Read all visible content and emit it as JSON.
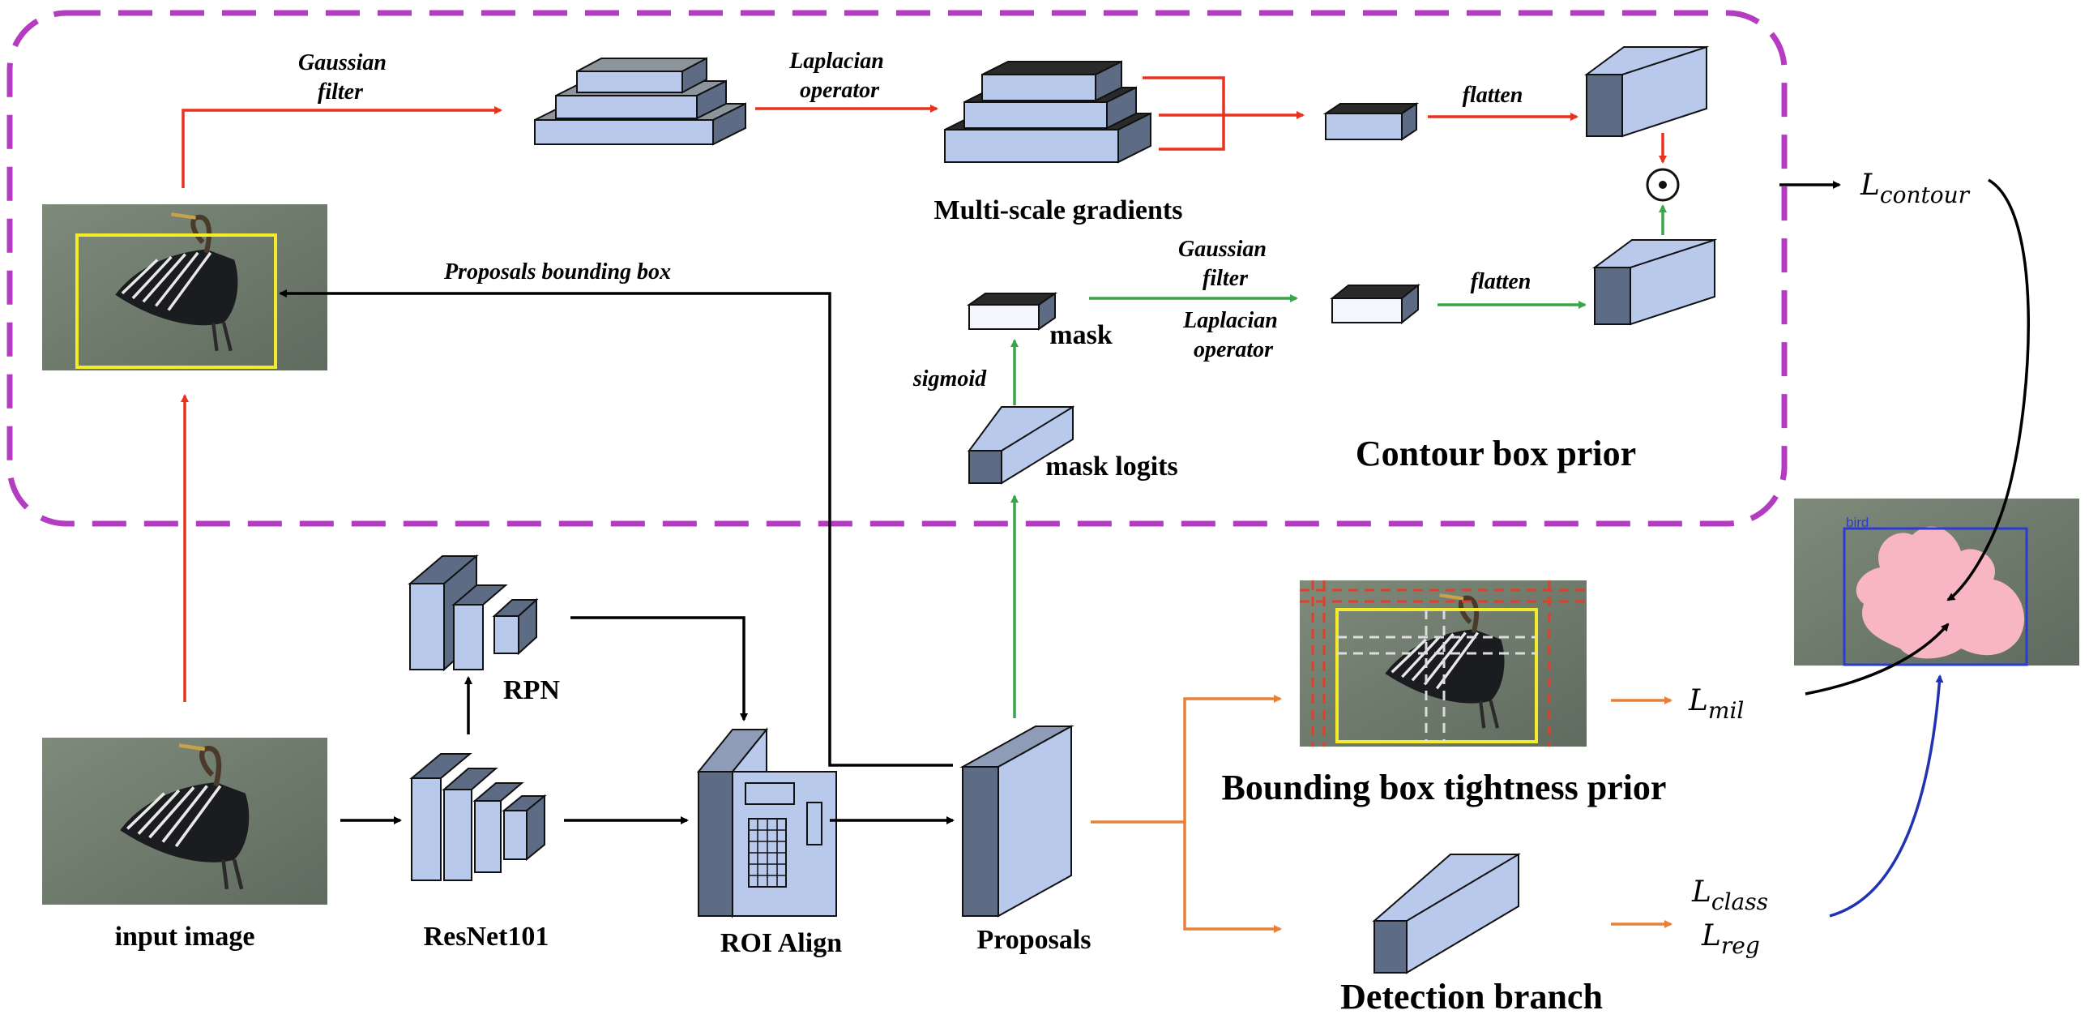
{
  "labels": {
    "gaussian_filter_top": [
      "Gaussian",
      "filter"
    ],
    "laplacian_operator_top": [
      "Laplacian",
      "operator"
    ],
    "multi_scale_gradients": "Multi-scale gradients",
    "flatten_top": "flatten",
    "flatten_bottom": "flatten",
    "proposals_bbox": "Proposals bounding box",
    "gaussian_filter_mid": [
      "Gaussian",
      "filter"
    ],
    "laplacian_operator_mid": [
      "Laplacian",
      "operator"
    ],
    "mask": "mask",
    "sigmoid": "sigmoid",
    "mask_logits": "mask logits",
    "contour_box_prior": "Contour box prior",
    "rpn": "RPN",
    "resnet": "ResNet101",
    "roi_align": "ROI Align",
    "proposals": "Proposals",
    "input_image": "input image",
    "bbox_tightness_prior": "Bounding box tightness prior",
    "detection_branch": "Detection branch",
    "bird_tag": "bird",
    "hadamard_symbol": "⊙"
  },
  "losses": {
    "contour": {
      "base": "L",
      "sub": "contour"
    },
    "mil": {
      "base": "L",
      "sub": "mil"
    },
    "class": {
      "base": "L",
      "sub": "class"
    },
    "reg": {
      "base": "L",
      "sub": "reg"
    }
  },
  "colors": {
    "region_border": "#b43cc0",
    "red_arrow": "#e8321e",
    "green_arrow": "#3aa64a",
    "orange_arrow": "#e8803a",
    "blue_arrow": "#2233b0",
    "block_front": "#b8c9ec",
    "block_side": "#5d6b84",
    "mask_pink": "#f7b6c2"
  }
}
